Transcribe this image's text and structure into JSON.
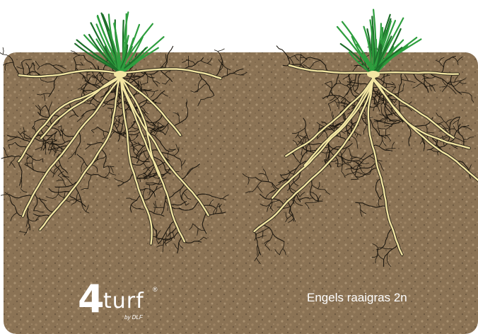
{
  "colors": {
    "soil": "#8b7355",
    "soil_speck_light": "#a89070",
    "soil_speck_dark": "#6e5a42",
    "root_main": "#f3e6a3",
    "root_outline": "#2a2418",
    "root_fine": "#1c170f",
    "grass": "#2e9e3e",
    "grass_dark": "#1e6e2a",
    "text": "#ffffff"
  },
  "logo": {
    "numeral": "4",
    "word": "turf",
    "mark": "®",
    "sub": "by DLF"
  },
  "comparison_label": "Engels raaigras 2n"
}
